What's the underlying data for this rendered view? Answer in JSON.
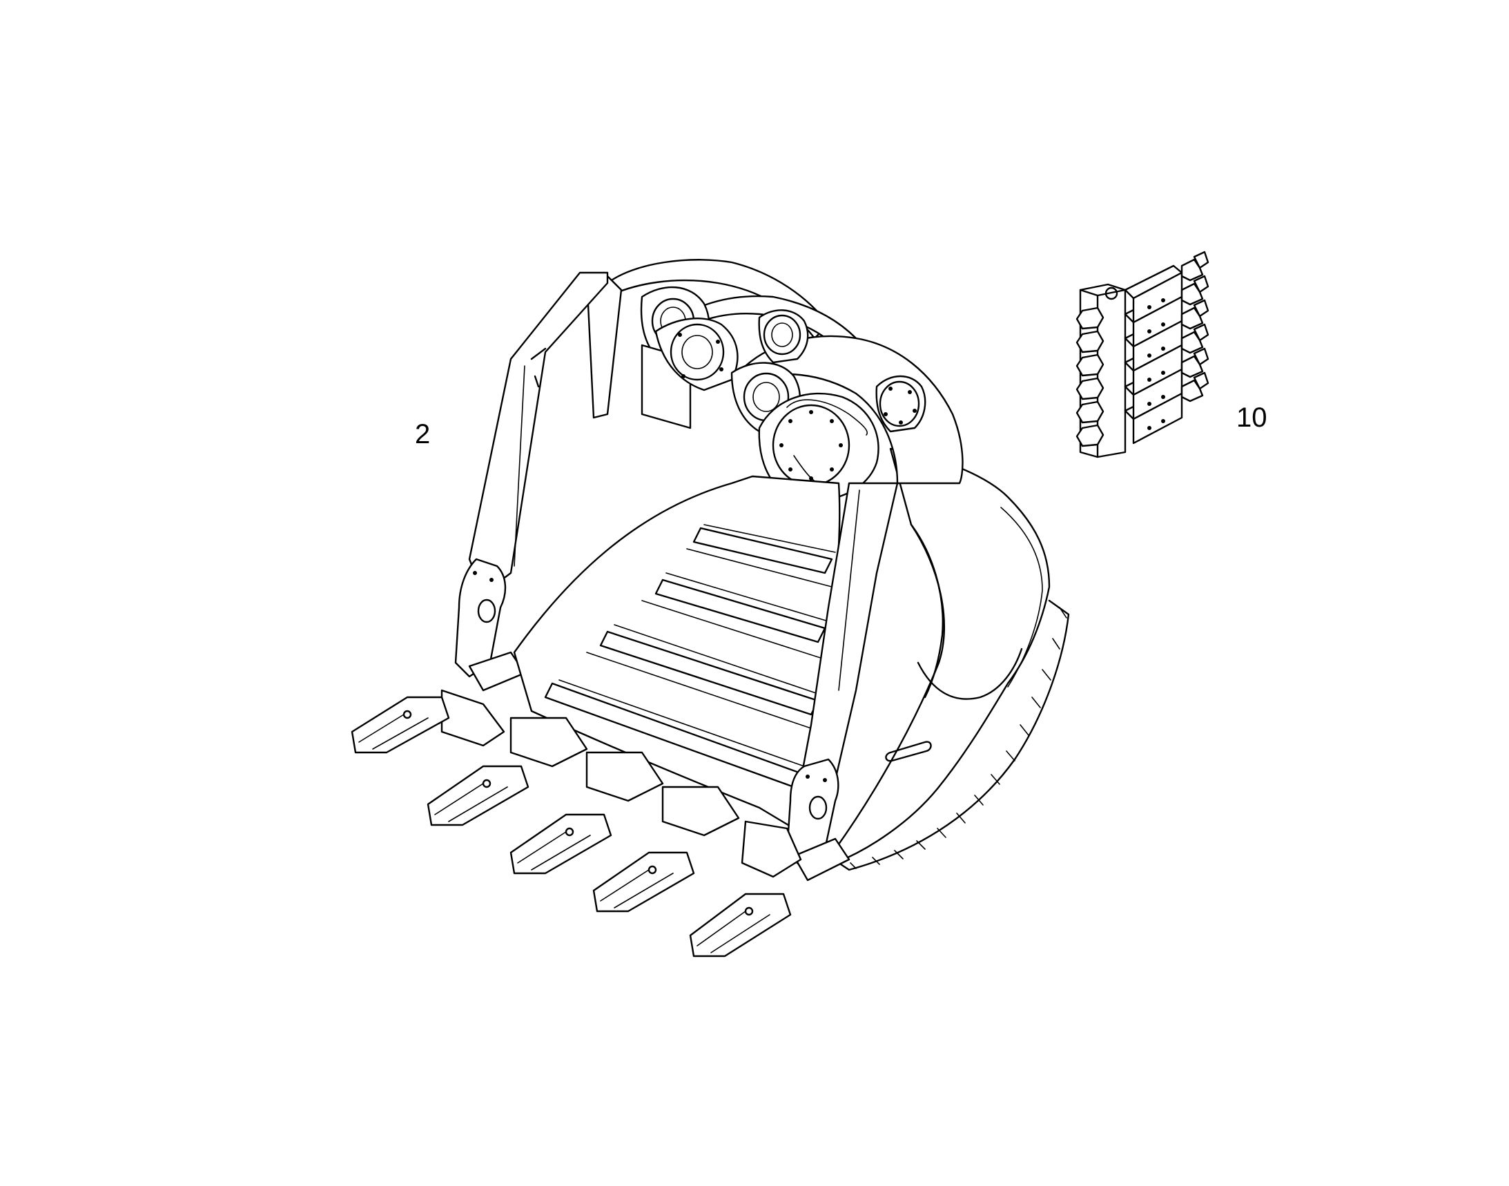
{
  "diagram": {
    "callouts": [
      {
        "id": "2",
        "label": "2",
        "part": "excavator-bucket"
      },
      {
        "id": "10",
        "label": "10",
        "part": "lubrication-distributor-block"
      }
    ],
    "line_color": "#000000",
    "background_color": "#ffffff",
    "bucket_tooth_count": 5,
    "distributor_outlet_count": 6
  }
}
